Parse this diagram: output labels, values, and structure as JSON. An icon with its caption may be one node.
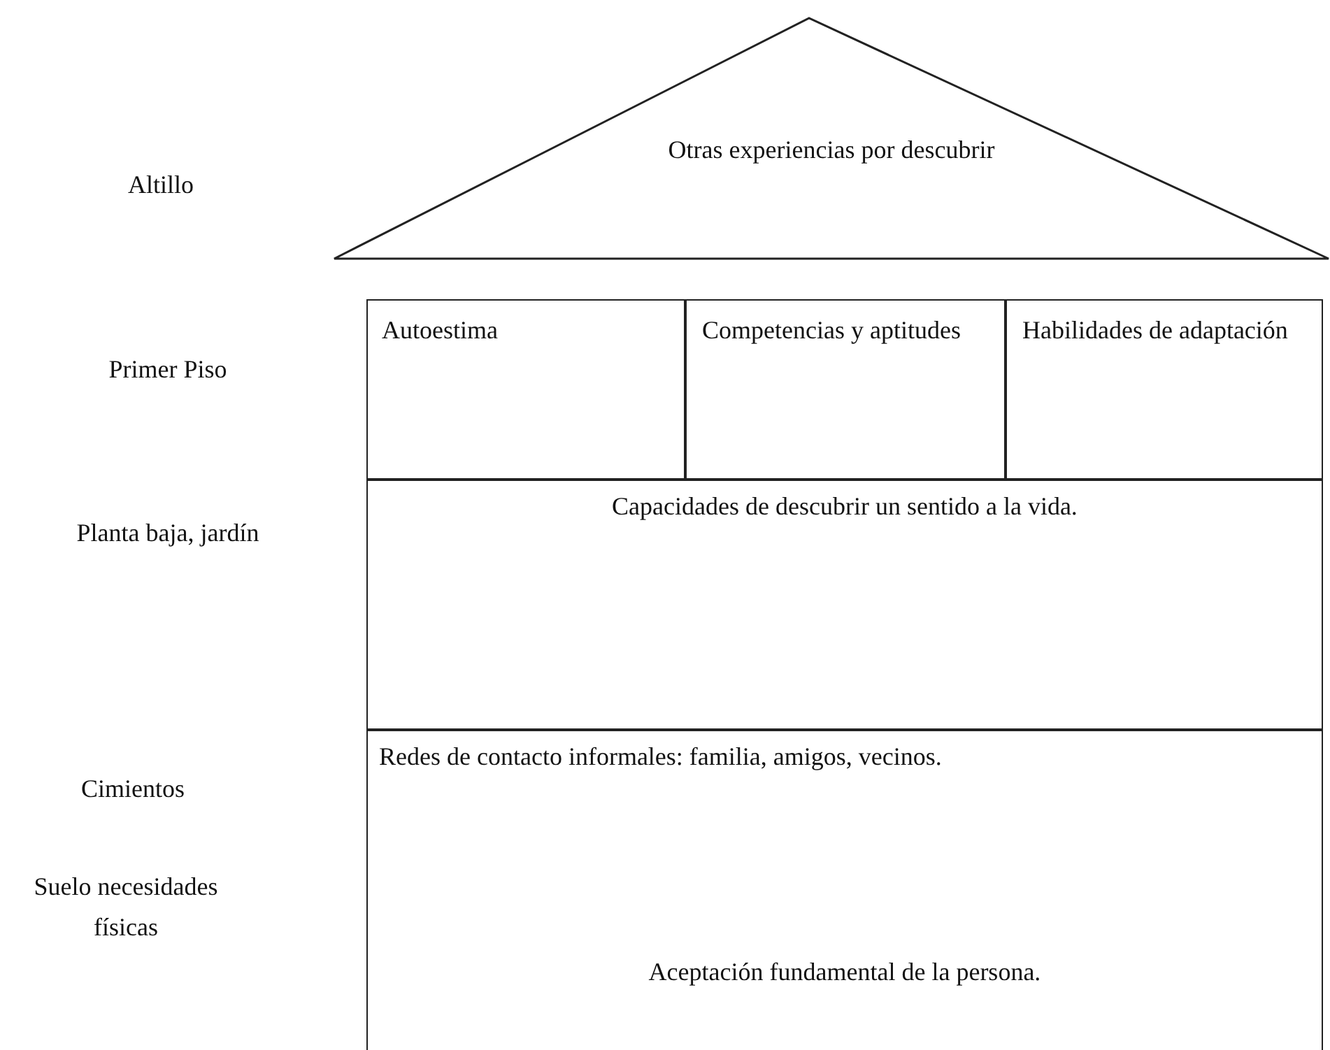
{
  "diagram": {
    "nodes": [
      {
        "text": [
          "Otras experiencias por descubrir"
        ]
      },
      {
        "text": [
          "Autoestima"
        ]
      },
      {
        "text": [
          "Competencias y aptitudes"
        ]
      },
      {
        "text": [
          "Habilidades de adaptación"
        ]
      },
      {
        "text": [
          "Capacidades de descubrir un sentido a la vida."
        ]
      },
      {
        "text": [
          "Redes de contacto informales: familia, amigos, vecinos.",
          "Aceptación fundamental de la persona."
        ]
      }
    ],
    "labels": [
      "Altillo",
      "Primer Piso",
      "Planta baja, jardín",
      "Cimientos",
      "Suelo necesidades físicas"
    ]
  }
}
